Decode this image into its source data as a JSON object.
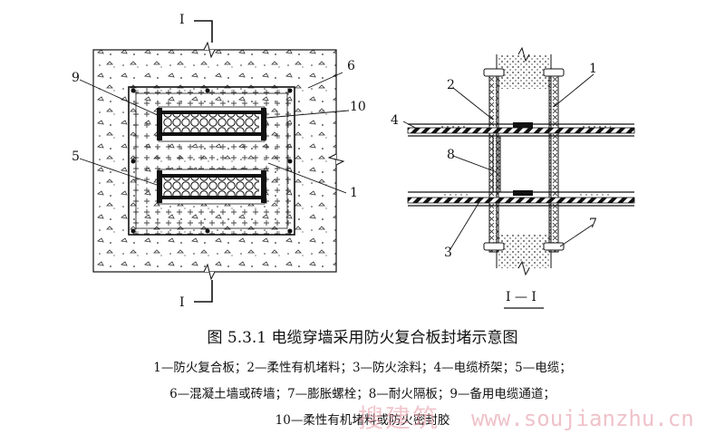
{
  "diagram": {
    "plan_labels": [
      "9",
      "5",
      "6",
      "10",
      "1"
    ],
    "section_labels": [
      "1",
      "2",
      "4",
      "8",
      "3",
      "7"
    ],
    "section_mark": "I",
    "section_view_title": "I — I"
  },
  "caption": {
    "title": "图 5.3.1    电缆穿墙采用防火复合板封堵示意图",
    "legend_lines": [
      "1—防火复合板；2—柔性有机堵料；3—防火涂料；4—电缆桥架；5—电缆；",
      "6—混凝土墙或砖墙；7—膨胀螺栓；8—耐火隔板；9—备用电缆通道；",
      "10—柔性有机堵料或防火密封胶"
    ]
  },
  "watermark": {
    "cn": "搜建筑",
    "url": "www.soujianzhu.cn"
  }
}
